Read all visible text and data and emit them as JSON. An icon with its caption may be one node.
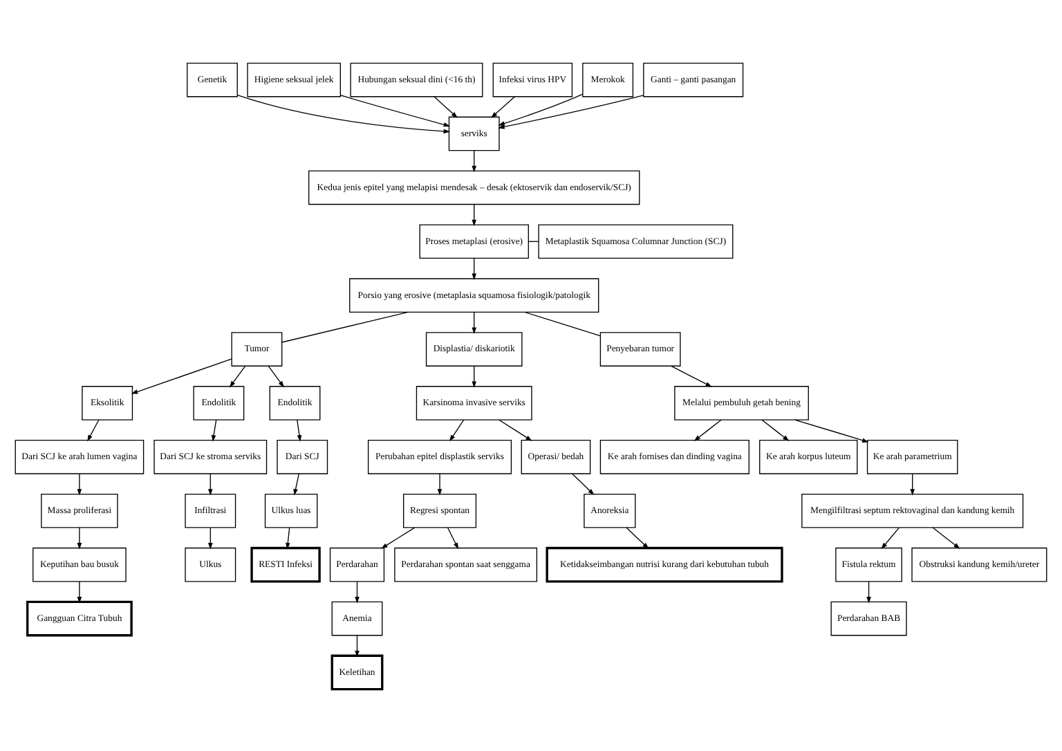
{
  "diagram": {
    "nodes": [
      {
        "text": [
          "Genetik"
        ]
      },
      {
        "text": [
          "Higiene seksual jelek"
        ]
      },
      {
        "text": [
          "Hubungan seksual dini (<16 th)"
        ]
      },
      {
        "text": [
          "Infeksi virus HPV"
        ]
      },
      {
        "text": [
          "Merokok"
        ]
      },
      {
        "text": [
          "Ganti – ganti pasangan"
        ]
      },
      {
        "text": [
          "serviks"
        ]
      },
      {
        "text": [
          "Kedua jenis epitel yang melapisi mendesak – desak (ektoservik dan endoservik/SCJ)"
        ]
      },
      {
        "text": [
          "Metaplastik Squamosa Columnar Junction (SCJ)"
        ]
      },
      {
        "text": [
          "Proses metaplasi (erosive)"
        ]
      },
      {
        "text": [
          "Porsio yang erosive (metaplasia squamosa fisiologik/patologik"
        ]
      },
      {
        "text": [
          "Tumor"
        ]
      },
      {
        "text": [
          "Displastia/ diskariotik"
        ]
      },
      {
        "text": [
          "Penyebaran tumor"
        ]
      },
      {
        "text": [
          "Eksolitik"
        ]
      },
      {
        "text": [
          "Endolitik"
        ]
      },
      {
        "text": [
          "Endolitik"
        ]
      },
      {
        "text": [
          "Karsinoma invasive serviks"
        ]
      },
      {
        "text": [
          "Melalui pembuluh getah bening"
        ]
      },
      {
        "text": [
          "Dari SCJ ke arah lumen vagina"
        ]
      },
      {
        "text": [
          "Dari SCJ ke stroma serviks"
        ]
      },
      {
        "text": [
          "Dari SCJ"
        ]
      },
      {
        "text": [
          "Ulkus luas"
        ]
      },
      {
        "text": [
          "Perubahan epitel displastik serviks"
        ]
      },
      {
        "text": [
          "Ke arah fornises dan dinding vagina"
        ]
      },
      {
        "text": [
          "Ke arah korpus luteum"
        ]
      },
      {
        "text": [
          "Ke arah parametrium"
        ]
      },
      {
        "text": [
          "Massa proliferasi"
        ]
      },
      {
        "text": [
          "Infiltrasi"
        ]
      },
      {
        "text": [
          "RESTI Infeksi"
        ]
      },
      {
        "text": [
          "Regresi spontan"
        ]
      },
      {
        "text": [
          "Mengilfiltrasi septum rektovaginal dan kandung kemih"
        ]
      },
      {
        "text": [
          "Ulkus"
        ]
      },
      {
        "text": [
          "Keputihan bau busuk"
        ]
      },
      {
        "text": [
          "Perdarahan"
        ]
      },
      {
        "text": [
          "Perdarahan spontan saat senggama"
        ]
      },
      {
        "text": [
          "Operasi/ bedah"
        ]
      },
      {
        "text": [
          "Fistula rektum"
        ]
      },
      {
        "text": [
          "Obstruksi kandung kemih/ureter"
        ]
      },
      {
        "text": [
          "Anemia"
        ]
      },
      {
        "text": [
          "Anoreksia"
        ]
      },
      {
        "text": [
          "Gangguan Citra Tubuh"
        ]
      },
      {
        "text": [
          "Keletihan"
        ]
      },
      {
        "text": [
          "Ketidakseimbangan nutrisi kurang dari kebutuhan tubuh"
        ]
      },
      {
        "text": [
          "Perdarahan BAB"
        ]
      }
    ],
    "edges": [
      {
        "from": 0,
        "to": 6,
        "arrow": "to"
      },
      {
        "from": 1,
        "to": 6,
        "arrow": "to"
      },
      {
        "from": 2,
        "to": 6,
        "arrow": "to"
      },
      {
        "from": 3,
        "to": 6,
        "arrow": "to"
      },
      {
        "from": 4,
        "to": 6,
        "arrow": "to"
      },
      {
        "from": 5,
        "to": 6,
        "arrow": "to"
      },
      {
        "from": 6,
        "to": 7,
        "arrow": "to"
      },
      {
        "from": 7,
        "to": 9,
        "arrow": "to"
      },
      {
        "from": 8,
        "to": 9,
        "arrow": "none"
      },
      {
        "from": 9,
        "to": 10,
        "arrow": "to"
      },
      {
        "from": 10,
        "to": 11,
        "arrow": "none"
      },
      {
        "from": 10,
        "to": 12,
        "arrow": "to"
      },
      {
        "from": 10,
        "to": 13,
        "arrow": "none"
      },
      {
        "from": 11,
        "to": 14,
        "arrow": "to"
      },
      {
        "from": 11,
        "to": 15,
        "arrow": "to"
      },
      {
        "from": 11,
        "to": 16,
        "arrow": "to"
      },
      {
        "from": 14,
        "to": 19,
        "arrow": "to"
      },
      {
        "from": 19,
        "to": 27,
        "arrow": "to"
      },
      {
        "from": 27,
        "to": 33,
        "arrow": "to"
      },
      {
        "from": 33,
        "to": 41,
        "arrow": "to"
      },
      {
        "from": 15,
        "to": 20,
        "arrow": "to"
      },
      {
        "from": 20,
        "to": 28,
        "arrow": "to"
      },
      {
        "from": 28,
        "to": 32,
        "arrow": "to"
      },
      {
        "from": 16,
        "to": 21,
        "arrow": "to"
      },
      {
        "from": 21,
        "to": 22,
        "arrow": "to"
      },
      {
        "from": 22,
        "to": 29,
        "arrow": "to"
      },
      {
        "from": 12,
        "to": 17,
        "arrow": "to"
      },
      {
        "from": 17,
        "to": 23,
        "arrow": "to"
      },
      {
        "from": 23,
        "to": 30,
        "arrow": "to"
      },
      {
        "from": 30,
        "to": 34,
        "arrow": "to"
      },
      {
        "from": 30,
        "to": 35,
        "arrow": "to"
      },
      {
        "from": 34,
        "to": 39,
        "arrow": "to"
      },
      {
        "from": 39,
        "to": 42,
        "arrow": "to"
      },
      {
        "from": 17,
        "to": 36,
        "arrow": "to"
      },
      {
        "from": 36,
        "to": 40,
        "arrow": "to"
      },
      {
        "from": 40,
        "to": 43,
        "arrow": "to"
      },
      {
        "from": 13,
        "to": 18,
        "arrow": "to"
      },
      {
        "from": 18,
        "to": 24,
        "arrow": "to"
      },
      {
        "from": 18,
        "to": 25,
        "arrow": "to"
      },
      {
        "from": 18,
        "to": 26,
        "arrow": "to"
      },
      {
        "from": 26,
        "to": 31,
        "arrow": "to"
      },
      {
        "from": 31,
        "to": 37,
        "arrow": "to"
      },
      {
        "from": 31,
        "to": 38,
        "arrow": "to"
      },
      {
        "from": 37,
        "to": 44,
        "arrow": "to"
      }
    ]
  }
}
